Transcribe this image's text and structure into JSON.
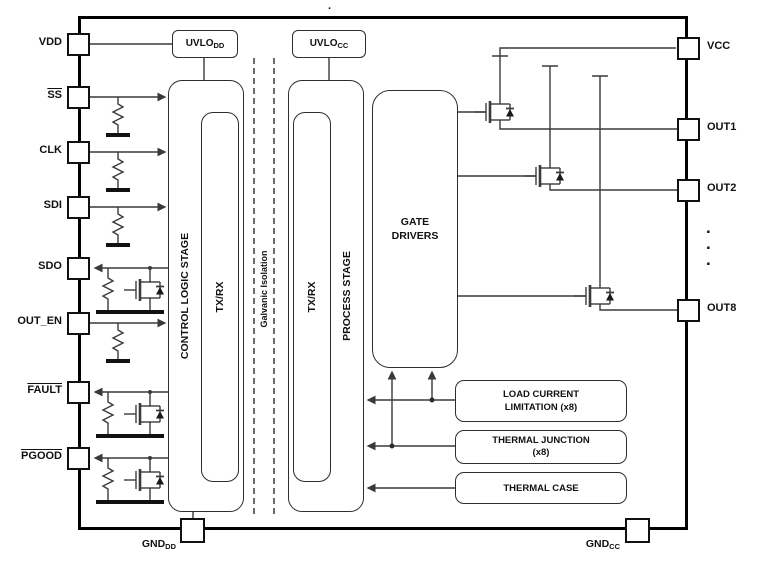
{
  "misc": {
    "top_dot": "."
  },
  "pins": {
    "left": [
      {
        "label": "VDD"
      },
      {
        "label": "SS",
        "overline": true
      },
      {
        "label": "CLK"
      },
      {
        "label": "SDI"
      },
      {
        "label": "SDO"
      },
      {
        "label": "OUT_EN"
      },
      {
        "label": "FAULT",
        "overline": true
      },
      {
        "label": "PGOOD",
        "overline": true
      }
    ],
    "right": [
      {
        "label": "VCC"
      },
      {
        "label": "OUT1"
      },
      {
        "label": "OUT2"
      },
      {
        "label": "OUT8"
      }
    ],
    "right_ellipsis": [
      ".",
      ".",
      "."
    ],
    "bottom": [
      {
        "label": "GND",
        "sub": "DD"
      },
      {
        "label": "GND",
        "sub": "CC"
      }
    ]
  },
  "blocks": {
    "uvlo_dd": {
      "label": "UVLO",
      "sub": "DD"
    },
    "uvlo_cc": {
      "label": "UVLO",
      "sub": "CC"
    },
    "control_logic": {
      "label": "CONTROL LOGIC STAGE"
    },
    "tx_rx_left": {
      "label": "TX/RX"
    },
    "isolation": {
      "label": "Galvanic  Isolation"
    },
    "tx_rx_right": {
      "label": "TX/RX"
    },
    "process_stage": {
      "label": "PROCESS STAGE"
    },
    "gate_drivers": {
      "line1": "GATE",
      "line2": "DRIVERS"
    },
    "load_current_limitation": {
      "line1": "LOAD CURRENT",
      "line2": "LIMITATION  (x8)"
    },
    "thermal_junction": {
      "line1": "THERMAL JUNCTION",
      "line2": "(x8)"
    },
    "thermal_case": {
      "label": "THERMAL  CASE"
    }
  }
}
